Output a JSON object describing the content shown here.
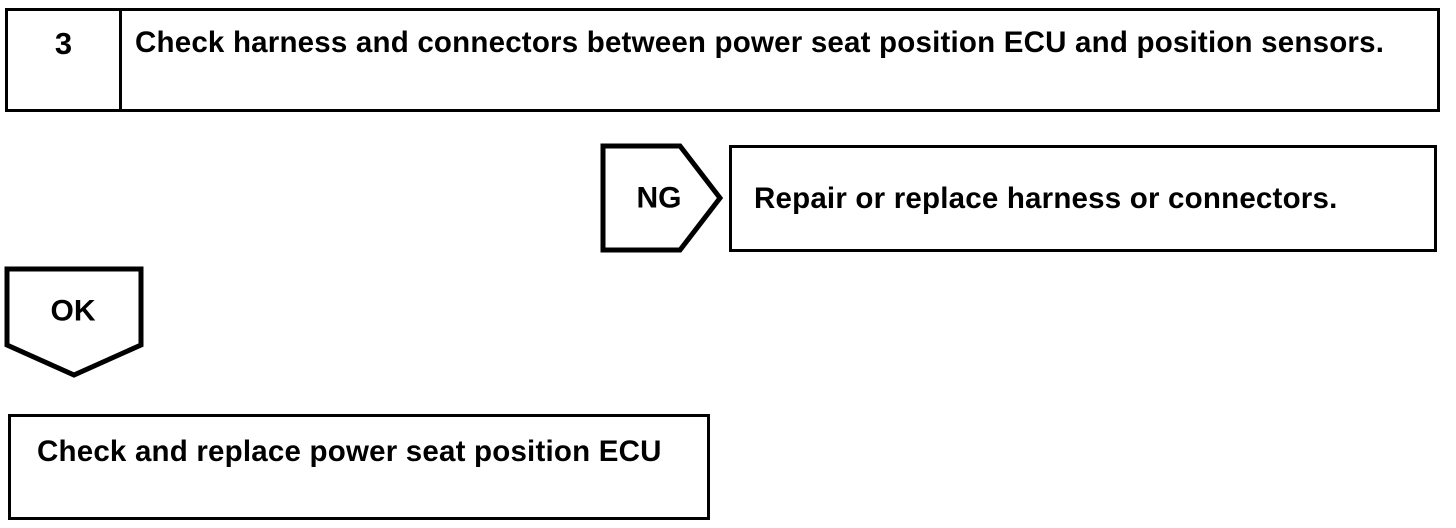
{
  "page": {
    "background_color": "#ffffff",
    "line_color": "#000000"
  },
  "flowchart": {
    "step_box": {
      "number": "3",
      "instruction": "Check harness and connectors between power seat position ECU and position sensors."
    },
    "ng_connector": {
      "label": "NG"
    },
    "ng_action_box": {
      "text": "Repair or replace harness or connectors."
    },
    "ok_connector": {
      "label": "OK"
    },
    "ok_action_box": {
      "text": "Check and replace power seat position ECU"
    }
  }
}
